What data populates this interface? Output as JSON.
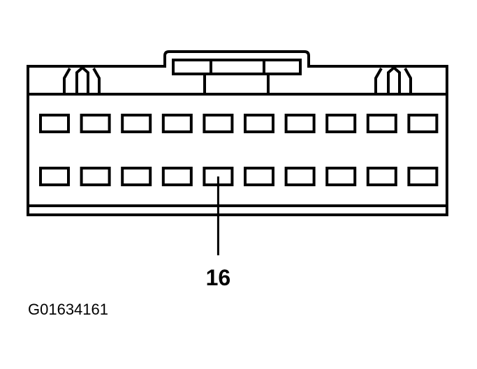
{
  "diagram": {
    "connector": {
      "rows": 2,
      "cavities_per_row": 10
    },
    "callout": {
      "label": "16",
      "row": 2,
      "column": 5
    },
    "figure_id": "G01634161"
  }
}
